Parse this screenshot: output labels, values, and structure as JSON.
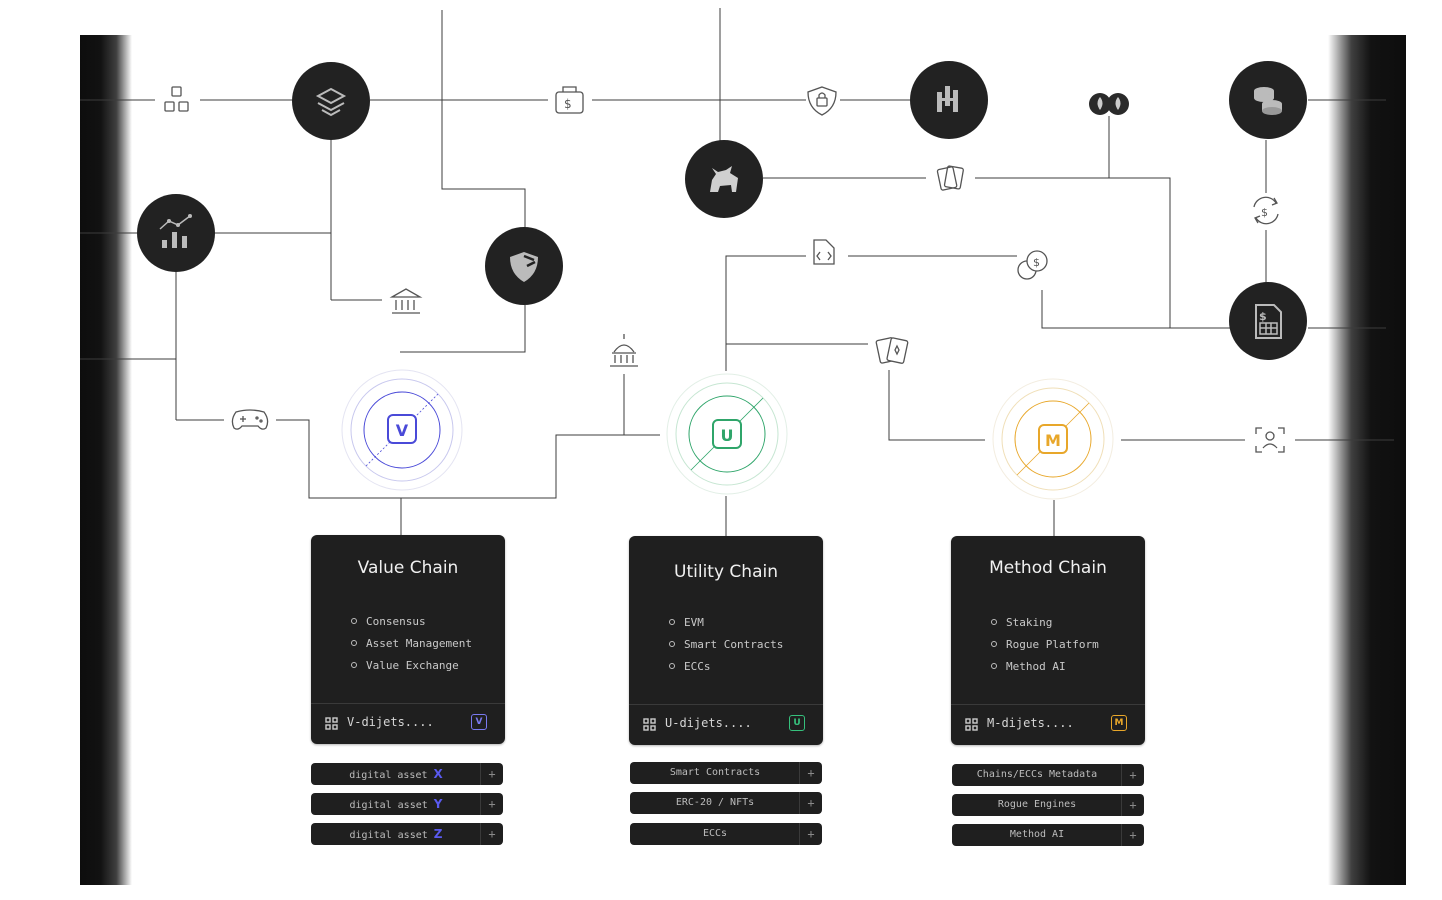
{
  "chains": [
    {
      "id": "value",
      "letter": "V",
      "color": "#4a4ad8",
      "title": "Value Chain",
      "features": [
        "Consensus",
        "Asset Management",
        "Value Exchange"
      ],
      "footer": "V-dijets....",
      "assets": [
        {
          "label": "digital asset",
          "letter": "X"
        },
        {
          "label": "digital asset",
          "letter": "Y"
        },
        {
          "label": "digital asset",
          "letter": "Z"
        }
      ]
    },
    {
      "id": "utility",
      "letter": "U",
      "color": "#2fa56a",
      "title": "Utility Chain",
      "features": [
        "EVM",
        "Smart Contracts",
        "ECCs"
      ],
      "footer": "U-dijets....",
      "assets": [
        {
          "label": "Smart Contracts",
          "letter": ""
        },
        {
          "label": "ERC-20 / NFTs",
          "letter": ""
        },
        {
          "label": "ECCs",
          "letter": ""
        }
      ]
    },
    {
      "id": "method",
      "letter": "M",
      "color": "#e8a72a",
      "title": "Method Chain",
      "features": [
        "Staking",
        "Rogue Platform",
        "Method AI"
      ],
      "footer": "M-dijets....",
      "assets": [
        {
          "label": "Chains/ECCs Metadata",
          "letter": ""
        },
        {
          "label": "Rogue Engines",
          "letter": ""
        },
        {
          "label": "Method AI",
          "letter": ""
        }
      ]
    }
  ],
  "asset_plus": "+",
  "icons": {
    "dark_nodes": [
      "layers-icon",
      "chart-icon",
      "shield-icon",
      "bull-icon",
      "bars-logo-icon",
      "coins-stack-icon",
      "invoice-icon",
      "leaf-pair-icon"
    ],
    "outline_nodes": [
      "blocks-icon",
      "money-bag-icon",
      "lock-shield-icon",
      "bank-icon",
      "cards-icon",
      "code-file-icon",
      "coin-swap-icon",
      "capitol-icon",
      "playing-cards-icon",
      "gamepad-icon",
      "refresh-dollar-icon",
      "face-scan-icon"
    ]
  }
}
